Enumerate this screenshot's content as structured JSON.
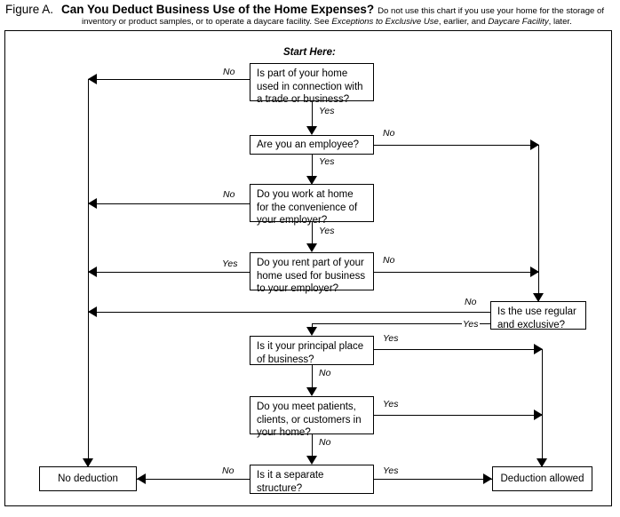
{
  "caption": {
    "figure_label": "Figure A.",
    "title": "Can You Deduct Business Use of the Home Expenses?",
    "lead_text": "Do not use this chart if you use your home for the storage of",
    "line2_part1": "inventory or product samples, or to operate a daycare facility. See ",
    "line2_italic1": "Exceptions to Exclusive Use",
    "line2_part2": ", earlier, and ",
    "line2_italic2": "Daycare Facility",
    "line2_part3": ", later."
  },
  "chart_data": {
    "type": "flowchart",
    "title": "Can You Deduct Business Use of the Home Expenses?",
    "start_label": "Start Here:",
    "nodes": [
      {
        "id": "q1",
        "kind": "decision",
        "text": "Is part of your home used in connection with a trade or business?"
      },
      {
        "id": "q2",
        "kind": "decision",
        "text": "Are you an employee?"
      },
      {
        "id": "q3",
        "kind": "decision",
        "text": "Do you work at home for the convenience of your employer?"
      },
      {
        "id": "q4",
        "kind": "decision",
        "text": "Do you rent part of your home used for business to your employer?"
      },
      {
        "id": "q5",
        "kind": "decision",
        "text": "Is the use regular and exclusive?"
      },
      {
        "id": "q6",
        "kind": "decision",
        "text": "Is it your principal place of business?"
      },
      {
        "id": "q7",
        "kind": "decision",
        "text": "Do you meet patients, clients, or customers in your home?"
      },
      {
        "id": "q8",
        "kind": "decision",
        "text": "Is it a separate structure?"
      },
      {
        "id": "no_deduction",
        "kind": "terminal",
        "text": "No deduction"
      },
      {
        "id": "deduction_allowed",
        "kind": "terminal",
        "text": "Deduction allowed"
      }
    ],
    "edges": [
      {
        "from": "q1",
        "to": "no_deduction",
        "label": "No"
      },
      {
        "from": "q1",
        "to": "q2",
        "label": "Yes"
      },
      {
        "from": "q2",
        "to": "q5",
        "label": "No"
      },
      {
        "from": "q2",
        "to": "q3",
        "label": "Yes"
      },
      {
        "from": "q3",
        "to": "no_deduction",
        "label": "No"
      },
      {
        "from": "q3",
        "to": "q4",
        "label": "Yes"
      },
      {
        "from": "q4",
        "to": "no_deduction",
        "label": "Yes"
      },
      {
        "from": "q4",
        "to": "q5",
        "label": "No"
      },
      {
        "from": "q5",
        "to": "no_deduction",
        "label": "No"
      },
      {
        "from": "q5",
        "to": "q6",
        "label": "Yes"
      },
      {
        "from": "q6",
        "to": "deduction_allowed",
        "label": "Yes"
      },
      {
        "from": "q6",
        "to": "q7",
        "label": "No"
      },
      {
        "from": "q7",
        "to": "deduction_allowed",
        "label": "Yes"
      },
      {
        "from": "q7",
        "to": "q8",
        "label": "No"
      },
      {
        "from": "q8",
        "to": "no_deduction",
        "label": "No"
      },
      {
        "from": "q8",
        "to": "deduction_allowed",
        "label": "Yes"
      }
    ]
  },
  "nodes": {
    "q1": {
      "line1": "Is part of your home",
      "line2": "used in connection with",
      "line3": "a trade or business?"
    },
    "q2": {
      "line1": "Are you an employee?"
    },
    "q3": {
      "line1": "Do you work at home",
      "line2": "for the convenience of",
      "line3": "your employer?"
    },
    "q4": {
      "line1": "Do you rent part of your",
      "line2": "home used for business",
      "line3": "to your employer?"
    },
    "q5": {
      "line1": "Is the use regular",
      "line2": "and exclusive?"
    },
    "q6": {
      "line1": "Is it your principal place",
      "line2": "of business?"
    },
    "q7": {
      "line1": "Do you meet patients,",
      "line2": "clients, or customers in",
      "line3": "your home?"
    },
    "q8": {
      "line1": "Is it a separate",
      "line2": "structure?"
    },
    "no_deduction": {
      "line1": "No deduction"
    },
    "deduction_allowed": {
      "line1": "Deduction allowed"
    }
  },
  "labels": {
    "start_here": "Start Here:",
    "q1_no": "No",
    "q1_yes": "Yes",
    "q2_no": "No",
    "q2_yes": "Yes",
    "q3_no": "No",
    "q3_yes": "Yes",
    "q4_yes": "Yes",
    "q4_no": "No",
    "q5_no": "No",
    "q5_yes": "Yes",
    "q6_yes": "Yes",
    "q6_no": "No",
    "q7_yes": "Yes",
    "q7_no": "No",
    "q8_no": "No",
    "q8_yes": "Yes"
  },
  "colors": {
    "line": "#000000",
    "background": "#ffffff",
    "text": "#000000"
  }
}
